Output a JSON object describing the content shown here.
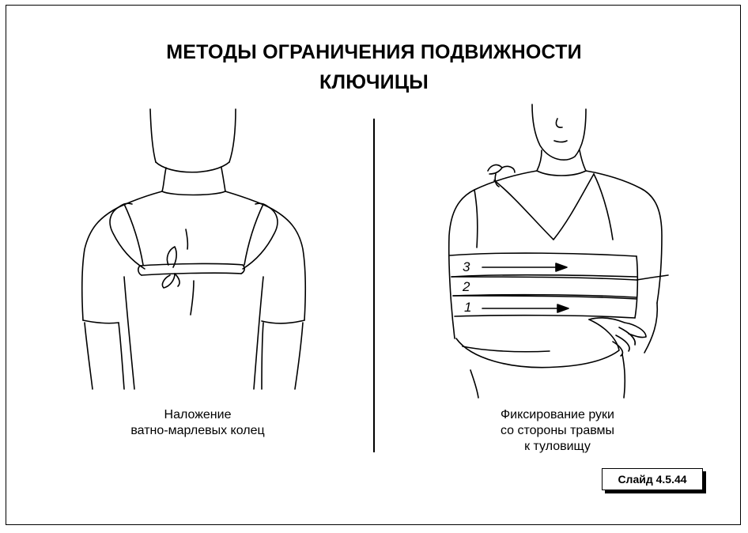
{
  "title": {
    "line1": "МЕТОДЫ ОГРАНИЧЕНИЯ ПОДВИЖНОСТИ",
    "line2": "КЛЮЧИЦЫ"
  },
  "left_panel": {
    "caption_line1": "Наложение",
    "caption_line2": "ватно-марлевых колец"
  },
  "right_panel": {
    "bandage_labels": [
      "3",
      "2",
      "1"
    ],
    "caption_line1": "Фиксирование руки",
    "caption_line2": "со стороны травмы",
    "caption_line3": "к туловищу"
  },
  "slide_label": "Слайд 4.5.44"
}
